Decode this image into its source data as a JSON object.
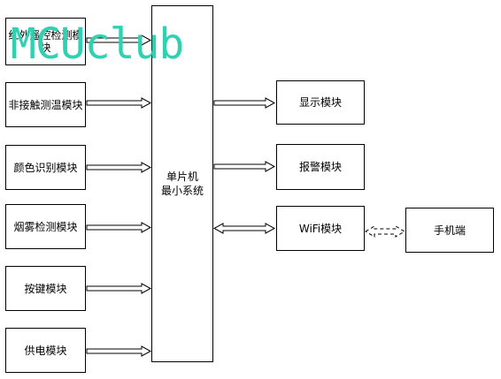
{
  "watermark": "MCUclub",
  "mcu_label_line1": "单片机",
  "mcu_label_line2": "最小系统",
  "left_modules": [
    {
      "label": "红外遥控检测模块"
    },
    {
      "label": "非接触测温模块"
    },
    {
      "label": "颜色识别模块"
    },
    {
      "label": "烟雾检测模块"
    },
    {
      "label": "按键模块"
    },
    {
      "label": "供电模块"
    }
  ],
  "right_modules": [
    {
      "label": "显示模块"
    },
    {
      "label": "报警模块"
    },
    {
      "label": "WiFi模块"
    }
  ],
  "phone": {
    "label": "手机端"
  }
}
